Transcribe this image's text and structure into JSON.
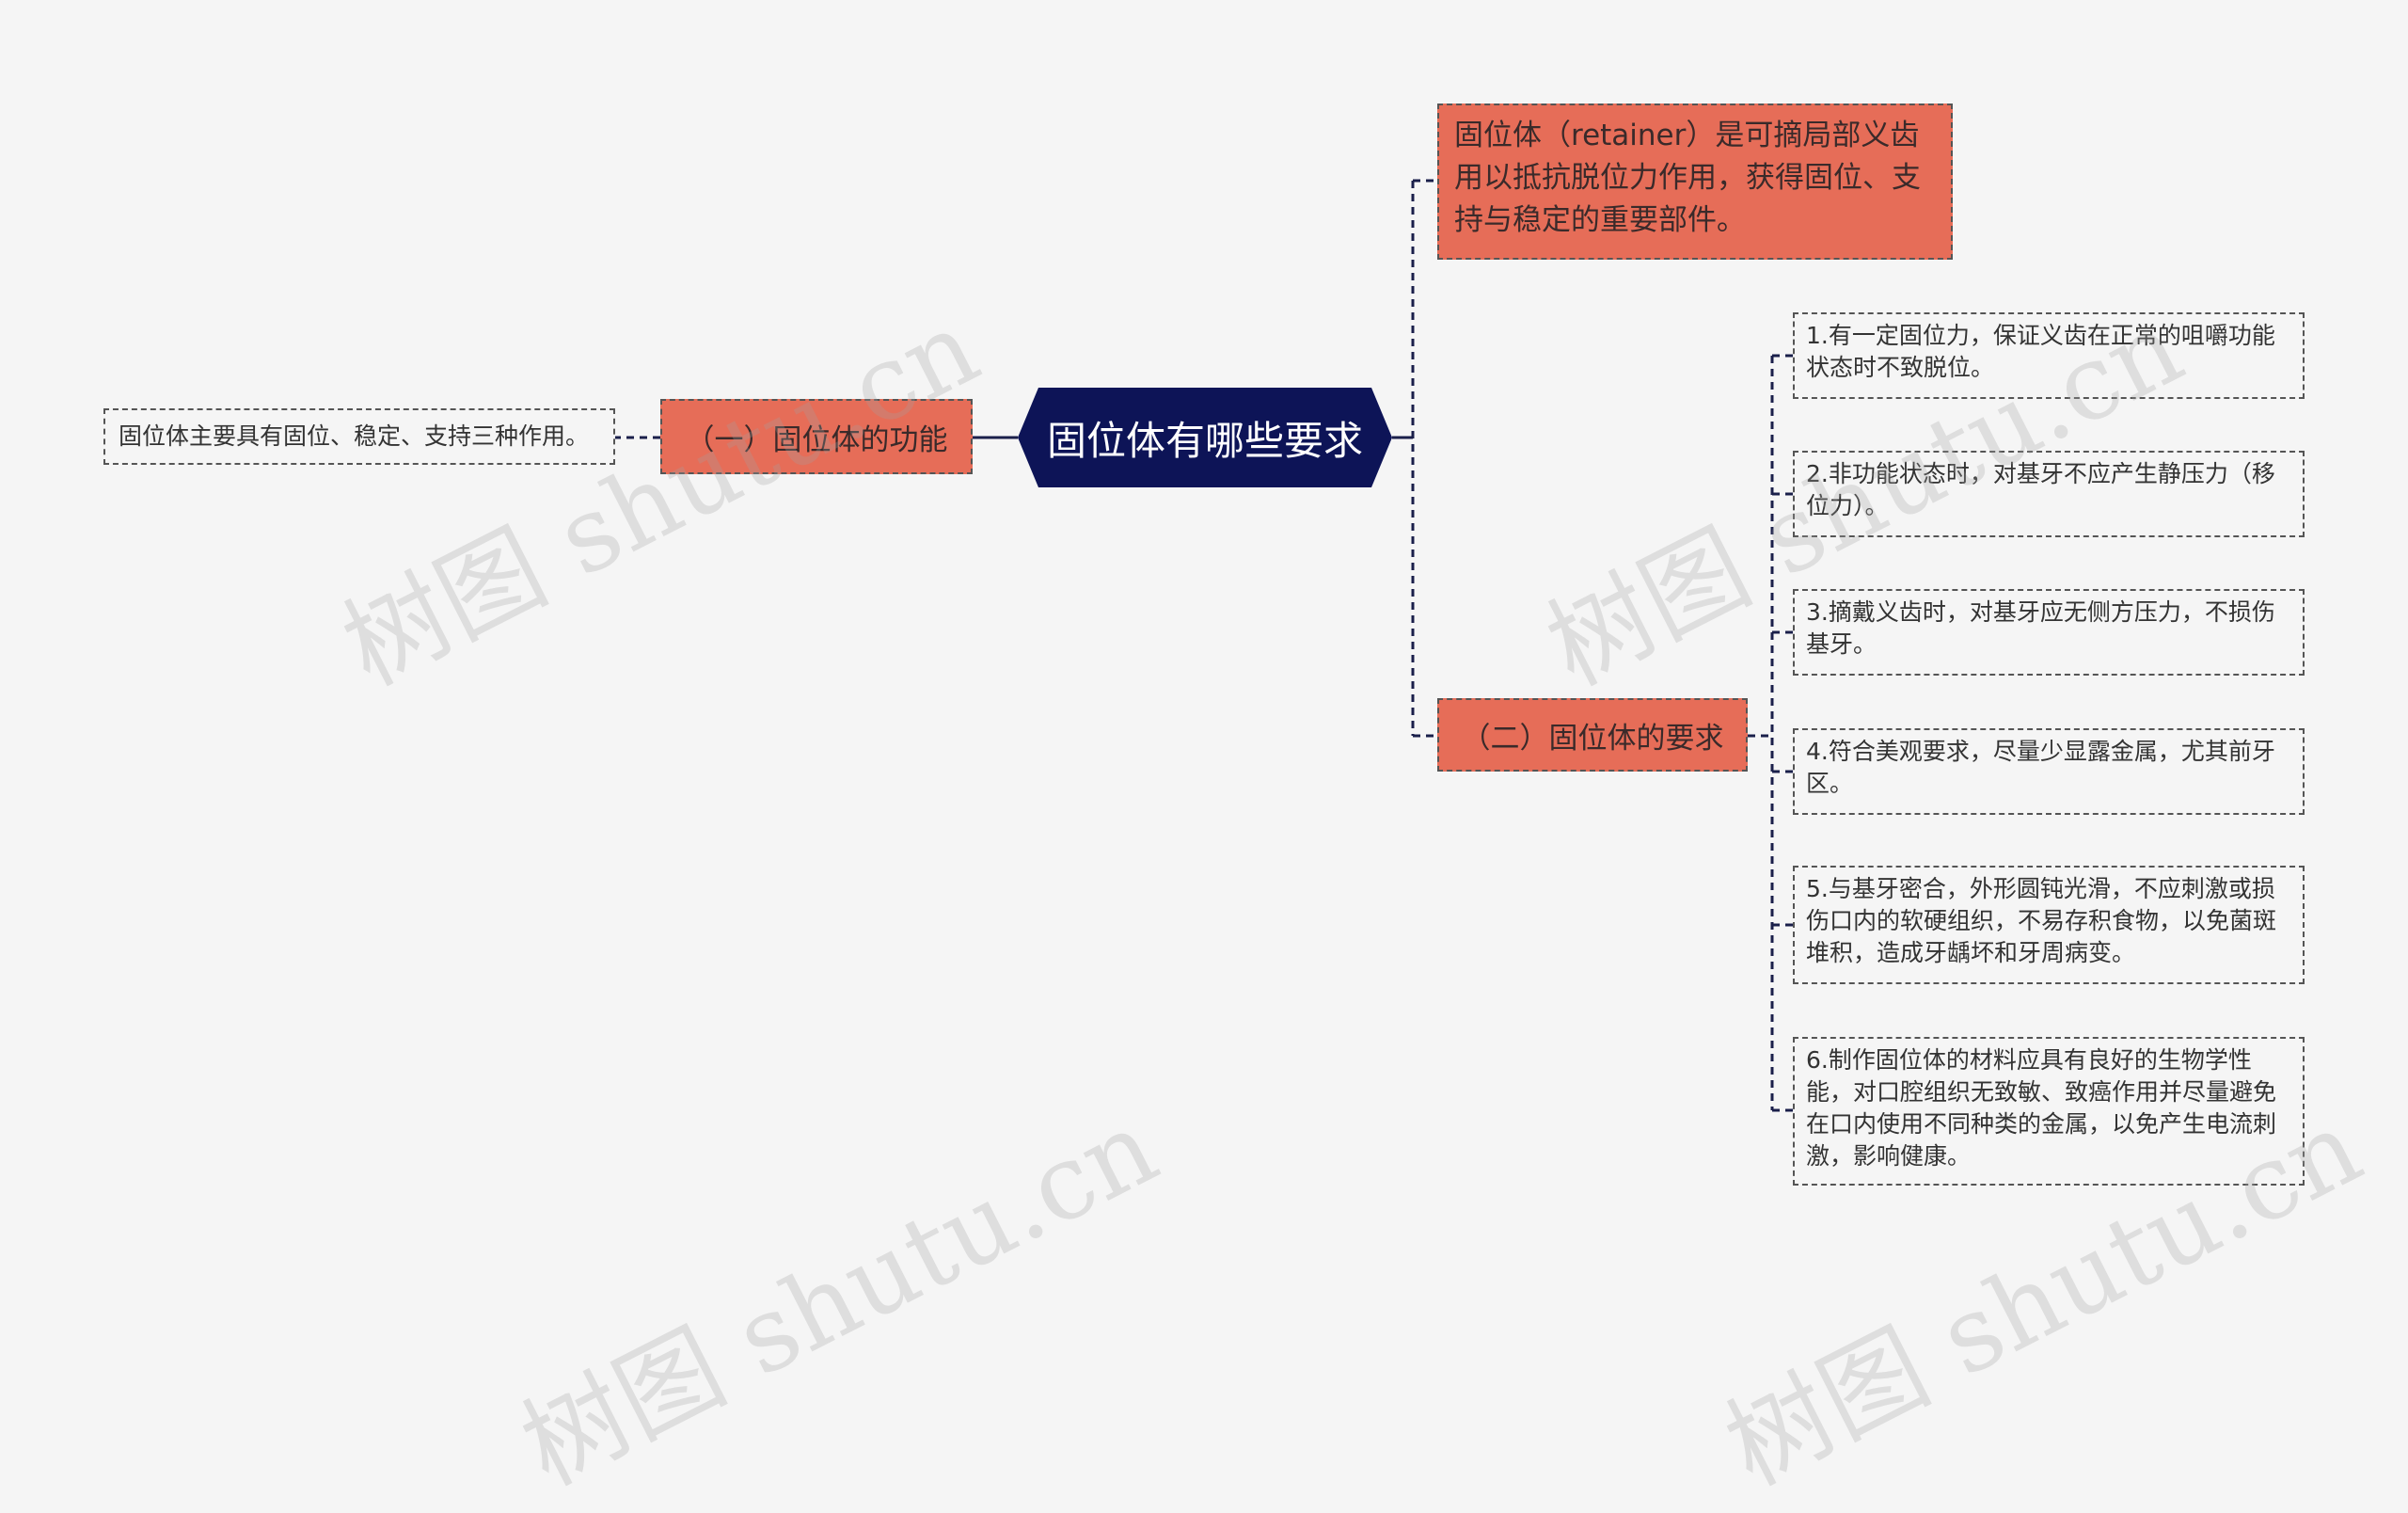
{
  "root": {
    "label": "固位体有哪些要求"
  },
  "left_branch": {
    "label": "（一）固位体的功能",
    "child": "固位体主要具有固位、稳定、支持三种作用。"
  },
  "definition": {
    "text": "固位体（retainer）是可摘局部义齿用以抵抗脱位力作用，获得固位、支持与稳定的重要部件。"
  },
  "requirements_branch": {
    "label": "（二）固位体的要求",
    "items": [
      "1.有一定固位力，保证义齿在正常的咀嚼功能状态时不致脱位。",
      "2.非功能状态时，对基牙不应产生静压力（移位力）。",
      "3.摘戴义齿时，对基牙应无侧方压力，不损伤基牙。",
      "4.符合美观要求，尽量少显露金属，尤其前牙区。",
      "5.与基牙密合，外形圆钝光滑，不应刺激或损伤口内的软硬组织，不易存积食物，以免菌斑堆积，造成牙龋坏和牙周病变。",
      "6.制作固位体的材料应具有良好的生物学性能，对口腔组织无致敏、致癌作用并尽量避免在口内使用不同种类的金属，以免产生电流刺激，影响健康。"
    ]
  },
  "watermark": {
    "text": "树图 shutu.cn"
  },
  "colors": {
    "root_fill": "#0d1457",
    "branch_fill": "#e66d58",
    "line": "#1a1f4a",
    "background": "#f5f5f5"
  }
}
